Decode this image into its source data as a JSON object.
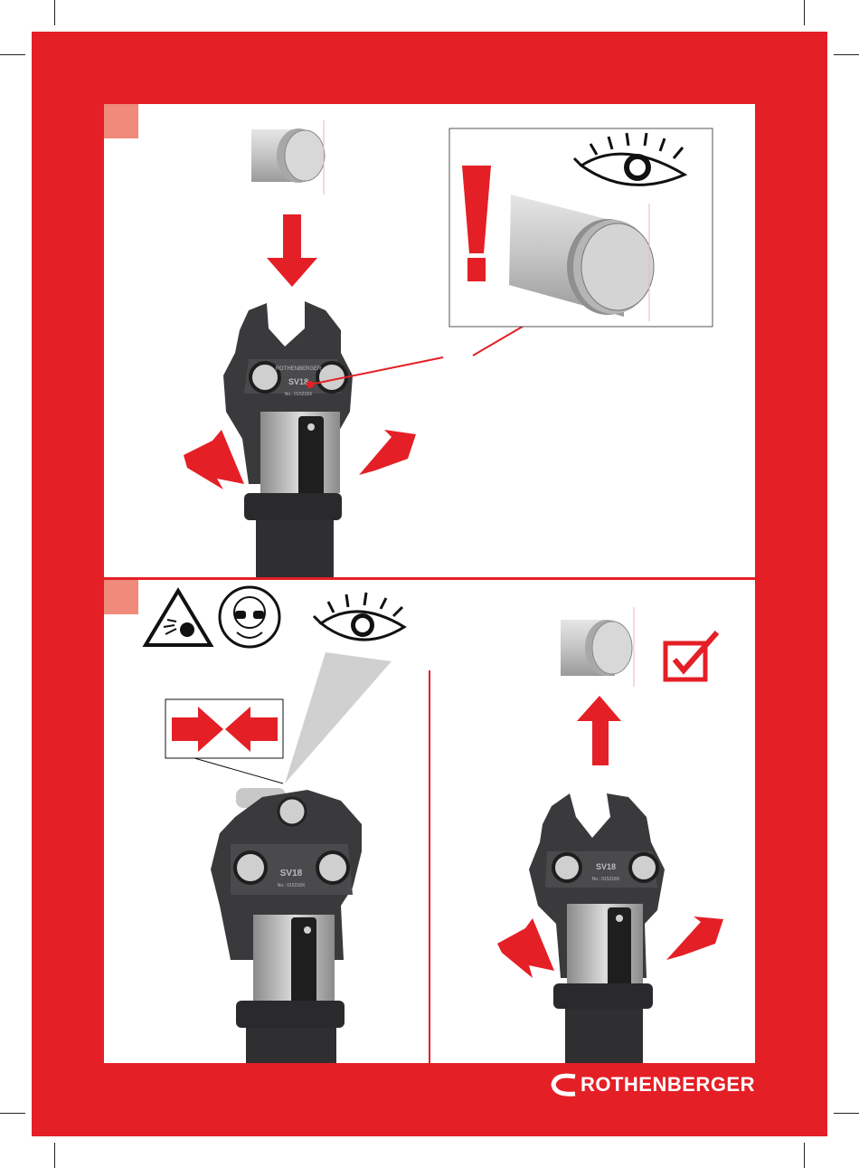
{
  "brand": {
    "name": "ROTHENBERGER"
  },
  "colors": {
    "frame": "#e41f26",
    "marker": "#f08a7a",
    "arrow": "#e41f26",
    "tool_dark": "#3a3a3c",
    "fitting": "#c8c8c8"
  },
  "die_labels": {
    "brand_small": "ROTHENBERGER",
    "size": "SV18",
    "number": "No.: 015218X"
  },
  "icons": [
    "eye-icon",
    "warning-icon",
    "goggles-icon",
    "checkbox-icon",
    "exclamation-icon"
  ]
}
